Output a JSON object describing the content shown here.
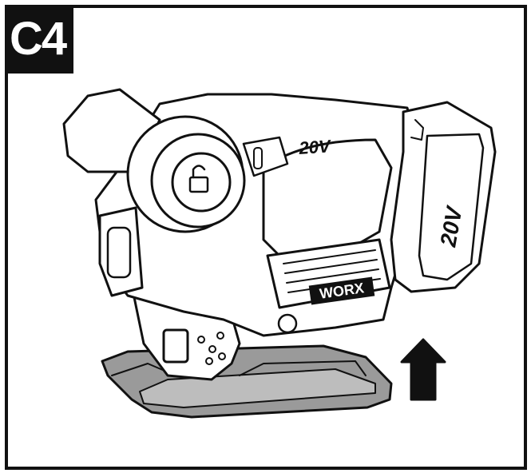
{
  "step_label": "C4",
  "tool": {
    "brand": "WORX",
    "voltage_body": "20V",
    "voltage_battery": "20V",
    "lock_icon": "unlock-icon"
  },
  "arrow": {
    "direction": "up"
  },
  "colors": {
    "line": "#111111",
    "shoe_fill": "#9a9a9a",
    "background": "#ffffff"
  }
}
